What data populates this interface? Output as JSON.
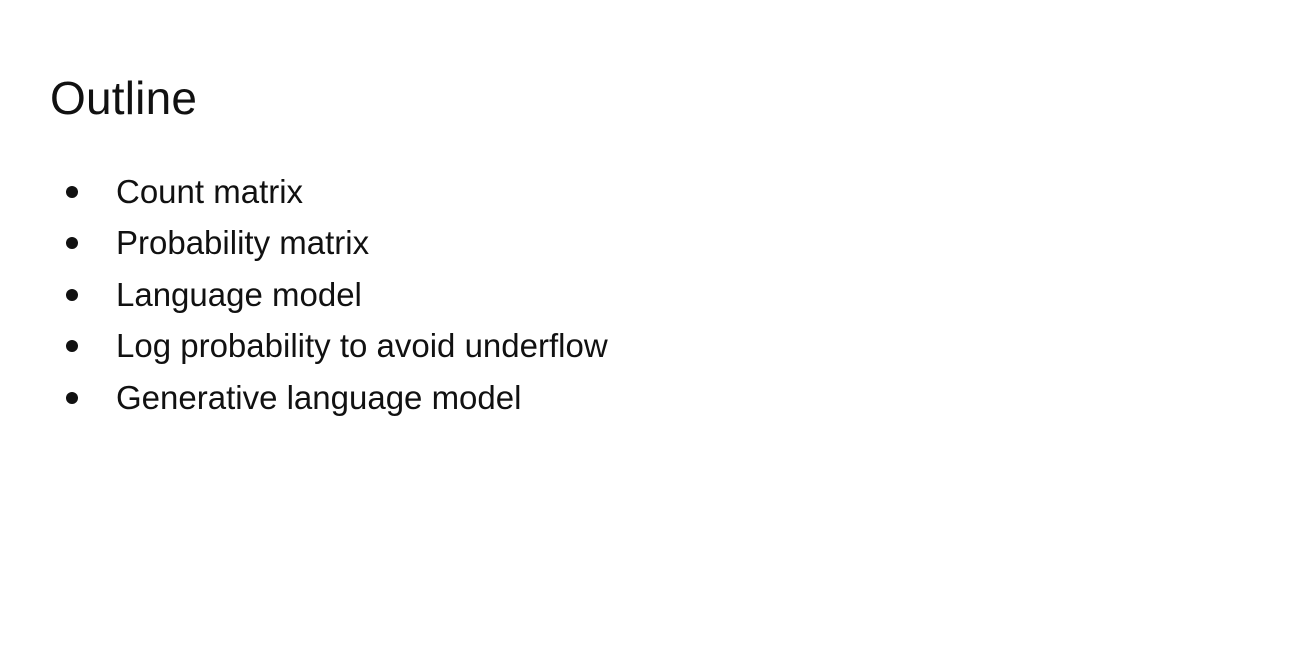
{
  "slide": {
    "title": "Outline",
    "bullets": [
      "Count matrix",
      "Probability matrix",
      "Language model",
      "Log probability to avoid underflow",
      "Generative language model"
    ]
  }
}
